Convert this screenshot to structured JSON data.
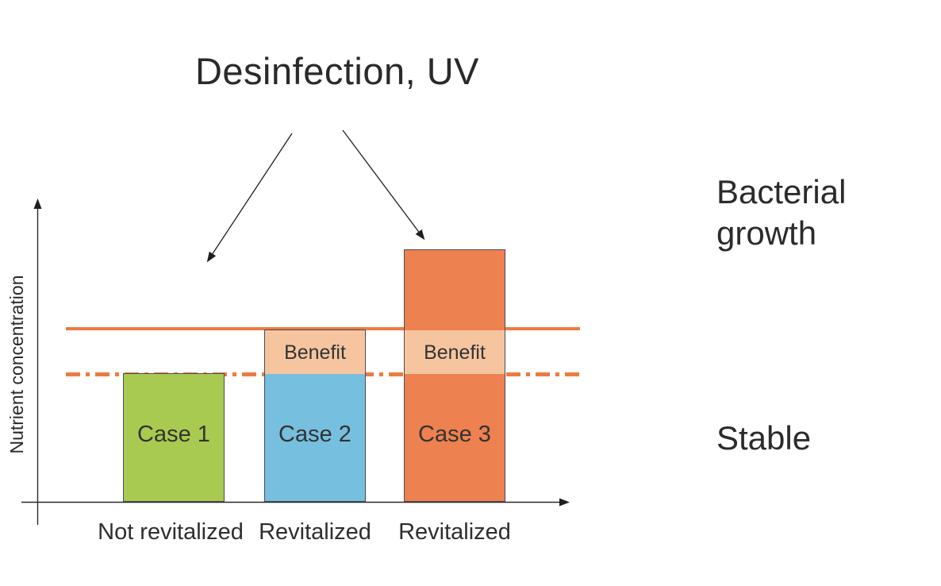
{
  "title": "Desinfection, UV",
  "y_axis_label": "Nutrient concentration",
  "right_labels": {
    "bacterial_growth": "Bacterial growth",
    "stable": "Stable"
  },
  "x_categories": [
    "Not revitalized",
    "Revitalized",
    "Revitalized"
  ],
  "bar_labels": {
    "case1": "Case 1",
    "case2": "Case 2",
    "case3": "Case 3",
    "benefit": "Benefit"
  },
  "colors": {
    "bar_green": "#a9ca50",
    "bar_blue": "#76bfdf",
    "bar_orange": "#ee8150",
    "benefit_peach": "#f6c5a0",
    "threshold_line_orange": "#ed7b40",
    "bar_border": "#4b4b55",
    "text": "#2a2a2a"
  },
  "chart_data": {
    "type": "bar",
    "title": "Desinfection, UV",
    "xlabel": "",
    "ylabel": "Nutrient concentration",
    "categories": [
      "Not revitalized",
      "Revitalized",
      "Revitalized"
    ],
    "axis_numeric_ticks": false,
    "units": "relative (dash-dot stable threshold = 1.0)",
    "bars": [
      {
        "name": "Case 1",
        "category": "Not revitalized",
        "total": 1.0,
        "segments": [
          {
            "label": "Case 1",
            "value": 1.0,
            "color": "#a9ca50"
          }
        ]
      },
      {
        "name": "Case 2",
        "category": "Revitalized",
        "total": 1.35,
        "segments": [
          {
            "label": "Case 2",
            "value": 1.0,
            "color": "#76bfdf"
          },
          {
            "label": "Benefit",
            "value": 0.35,
            "color": "#f6c5a0"
          }
        ]
      },
      {
        "name": "Case 3",
        "category": "Revitalized",
        "total": 1.98,
        "segments": [
          {
            "label": "Case 3",
            "value": 1.0,
            "color": "#ee8150"
          },
          {
            "label": "Benefit",
            "value": 0.35,
            "color": "#f6c5a0"
          },
          {
            "label": "",
            "value": 0.63,
            "color": "#ee8150"
          }
        ]
      }
    ],
    "reference_lines": [
      {
        "style": "solid",
        "value": 1.35,
        "color": "#ed7b40",
        "region_label_above": "Bacterial growth"
      },
      {
        "style": "dash-dot",
        "value": 1.0,
        "color": "#ed7b40",
        "region_label_below": "Stable"
      }
    ],
    "annotations": [
      {
        "text": "Desinfection, UV",
        "type": "title-callout",
        "arrows_point_to": [
          "empty area left of bars",
          "top of Case 3 bar"
        ]
      },
      {
        "text": "Bacterial growth",
        "position": "right, above solid threshold"
      },
      {
        "text": "Stable",
        "position": "right, below dash-dot threshold"
      }
    ],
    "legend": false,
    "grid": false
  }
}
